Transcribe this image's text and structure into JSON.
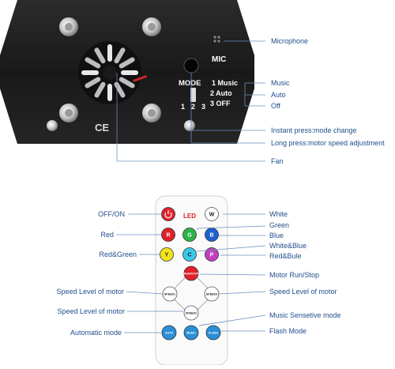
{
  "device_panel": {
    "mic_label": "MIC",
    "mode_label": "MODE",
    "mode_options": [
      "1 Music",
      "2 Auto",
      "3 OFF"
    ],
    "switch_positions": [
      "1",
      "2",
      "3"
    ],
    "ce_mark": "CE",
    "callouts": {
      "microphone": "Microphone",
      "music": "Music",
      "auto": "Auto",
      "off": "Off",
      "instant_press": "Instant press:mode change",
      "long_press": "Long press:motor speed adjustment",
      "fan": "Fan"
    }
  },
  "remote": {
    "led_label": "LED",
    "buttons": {
      "power": {
        "label": "",
        "color": "#e0202a"
      },
      "white": {
        "label": "W",
        "color": "#ffffff"
      },
      "red": {
        "label": "R",
        "color": "#e0202a"
      },
      "green": {
        "label": "G",
        "color": "#2eb34a"
      },
      "blue": {
        "label": "B",
        "color": "#1f5fd0"
      },
      "yellow": {
        "label": "Y",
        "color": "#f2e21a"
      },
      "cyan": {
        "label": "C",
        "color": "#38c8e8"
      },
      "purple": {
        "label": "P",
        "color": "#c23fc0"
      },
      "run_stop": {
        "label": "RUN/STOP",
        "color": "#e0202a"
      },
      "speed1": {
        "label": "SPEED1",
        "color": "#ffffff"
      },
      "speed3": {
        "label": "SPEED3",
        "color": "#ffffff"
      },
      "speed2": {
        "label": "SPEED2",
        "color": "#ffffff"
      },
      "auto": {
        "label": "AUTO",
        "color": "#2a8fd6"
      },
      "music": {
        "label": "MUSIC",
        "color": "#2a8fd6"
      },
      "flash": {
        "label": "FLASH",
        "color": "#2a8fd6"
      }
    },
    "callouts_left": {
      "off_on": "OFF/ON",
      "red": "Red",
      "red_green": "Red&Green",
      "speed_level_1": "Speed Level of motor",
      "speed_level_2": "Speed Level of motor",
      "automatic_mode": "Automatic mode"
    },
    "callouts_right": {
      "white": "White",
      "green": "Green",
      "blue": "Blue",
      "white_blue": "White&Blue",
      "red_blue": "Red&Bule",
      "motor_run_stop": "Motor Run/Stop",
      "speed_level_3": "Speed Level of motor",
      "music_sensitive": "Music Sensetive mode",
      "flash_mode": "Flash Mode"
    }
  },
  "colors": {
    "callout_text": "#1f4e8c",
    "leader_line": "#6b8fbf",
    "panel_dark": "#1b1b1b"
  }
}
